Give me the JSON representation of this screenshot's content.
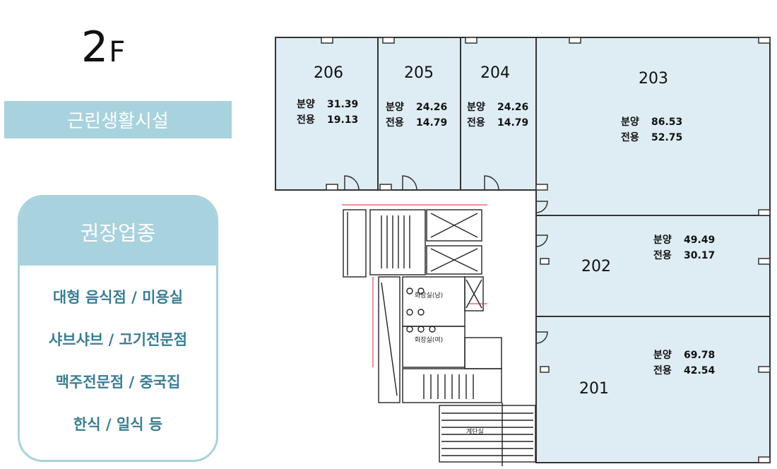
{
  "floor": {
    "number": "2",
    "suffix": "F"
  },
  "category": "근린생활시설",
  "recommended": {
    "title": "권장업종",
    "items": [
      "대형 음식점 /  미용실",
      "샤브샤브 / 고기전문점",
      "맥주전문점 / 중국집",
      "한식 /  일식 등"
    ]
  },
  "units": [
    {
      "id": "206",
      "sale_label": "분양",
      "sale": "31.39",
      "net_label": "전용",
      "net": "19.13"
    },
    {
      "id": "205",
      "sale_label": "분양",
      "sale": "24.26",
      "net_label": "전용",
      "net": "14.79"
    },
    {
      "id": "204",
      "sale_label": "분양",
      "sale": "24.26",
      "net_label": "전용",
      "net": "14.79"
    },
    {
      "id": "203",
      "sale_label": "분양",
      "sale": "86.53",
      "net_label": "전용",
      "net": "52.75"
    },
    {
      "id": "202",
      "sale_label": "분양",
      "sale": "49.49",
      "net_label": "전용",
      "net": "30.17"
    },
    {
      "id": "201",
      "sale_label": "분양",
      "sale": "69.78",
      "net_label": "전용",
      "net": "42.54"
    }
  ],
  "core_labels": {
    "restroom_male": "화장실(남)",
    "restroom_female": "화장실(여)",
    "stairs": "계단실"
  },
  "colors": {
    "unit_fill": "#deedf3",
    "accent": "#a8d2de",
    "text_accent": "#3a7d93"
  }
}
